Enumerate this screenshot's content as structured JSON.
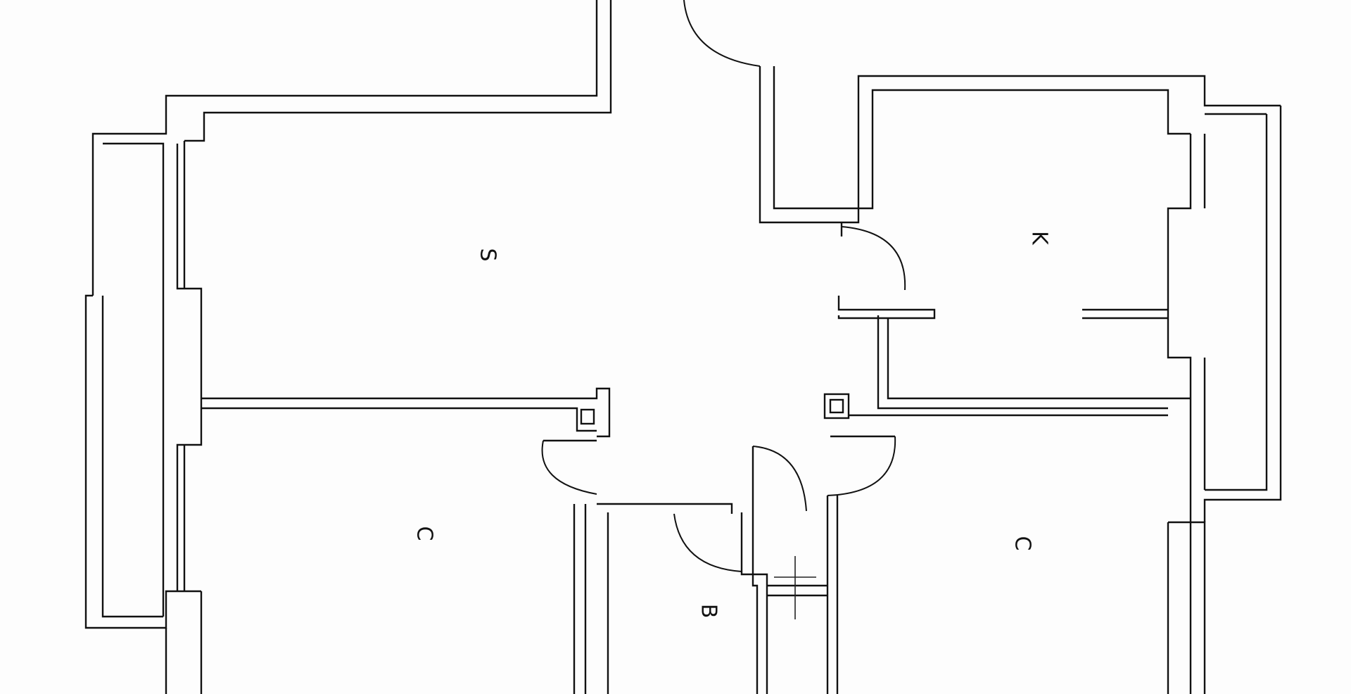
{
  "rooms": {
    "living": "S",
    "kitchen": "K",
    "bedroom_left": "C",
    "bedroom_right": "C",
    "bathroom": "B"
  },
  "colors": {
    "background": "#fdfdfd",
    "line": "#111111"
  }
}
